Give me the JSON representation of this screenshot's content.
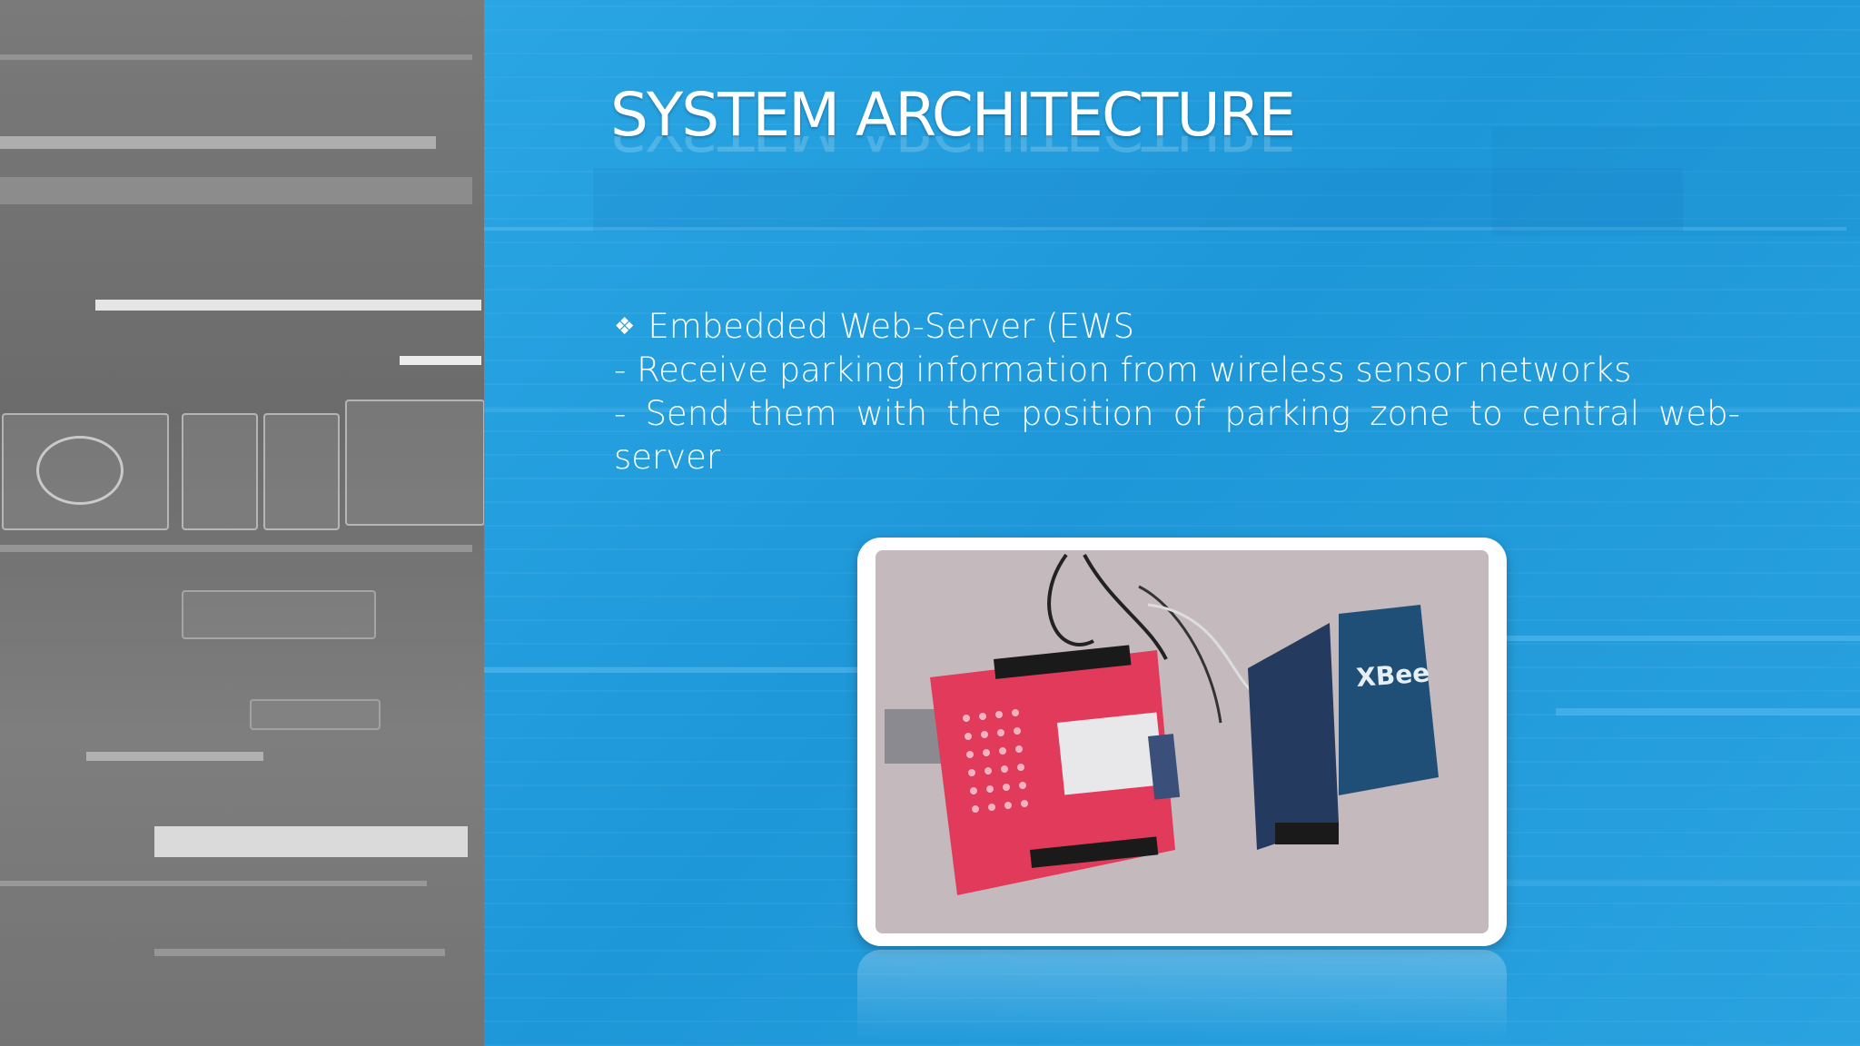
{
  "slide": {
    "title": "SYSTEM ARCHITECTURE",
    "bullet_icon": "diamond-bullet-icon",
    "bullet_glyph": "❖",
    "lines": [
      "Embedded Web-Server (EWS",
      "- Receive parking information from wireless sensor networks",
      "- Send them with the position of parking zone to central web-server"
    ],
    "photo": {
      "description_icon": "hardware-photo",
      "xbee_label": "XBee"
    }
  },
  "colors": {
    "background_blue": "#2a9fdc",
    "left_panel_grey": "#737373",
    "text": "#ffffff"
  }
}
